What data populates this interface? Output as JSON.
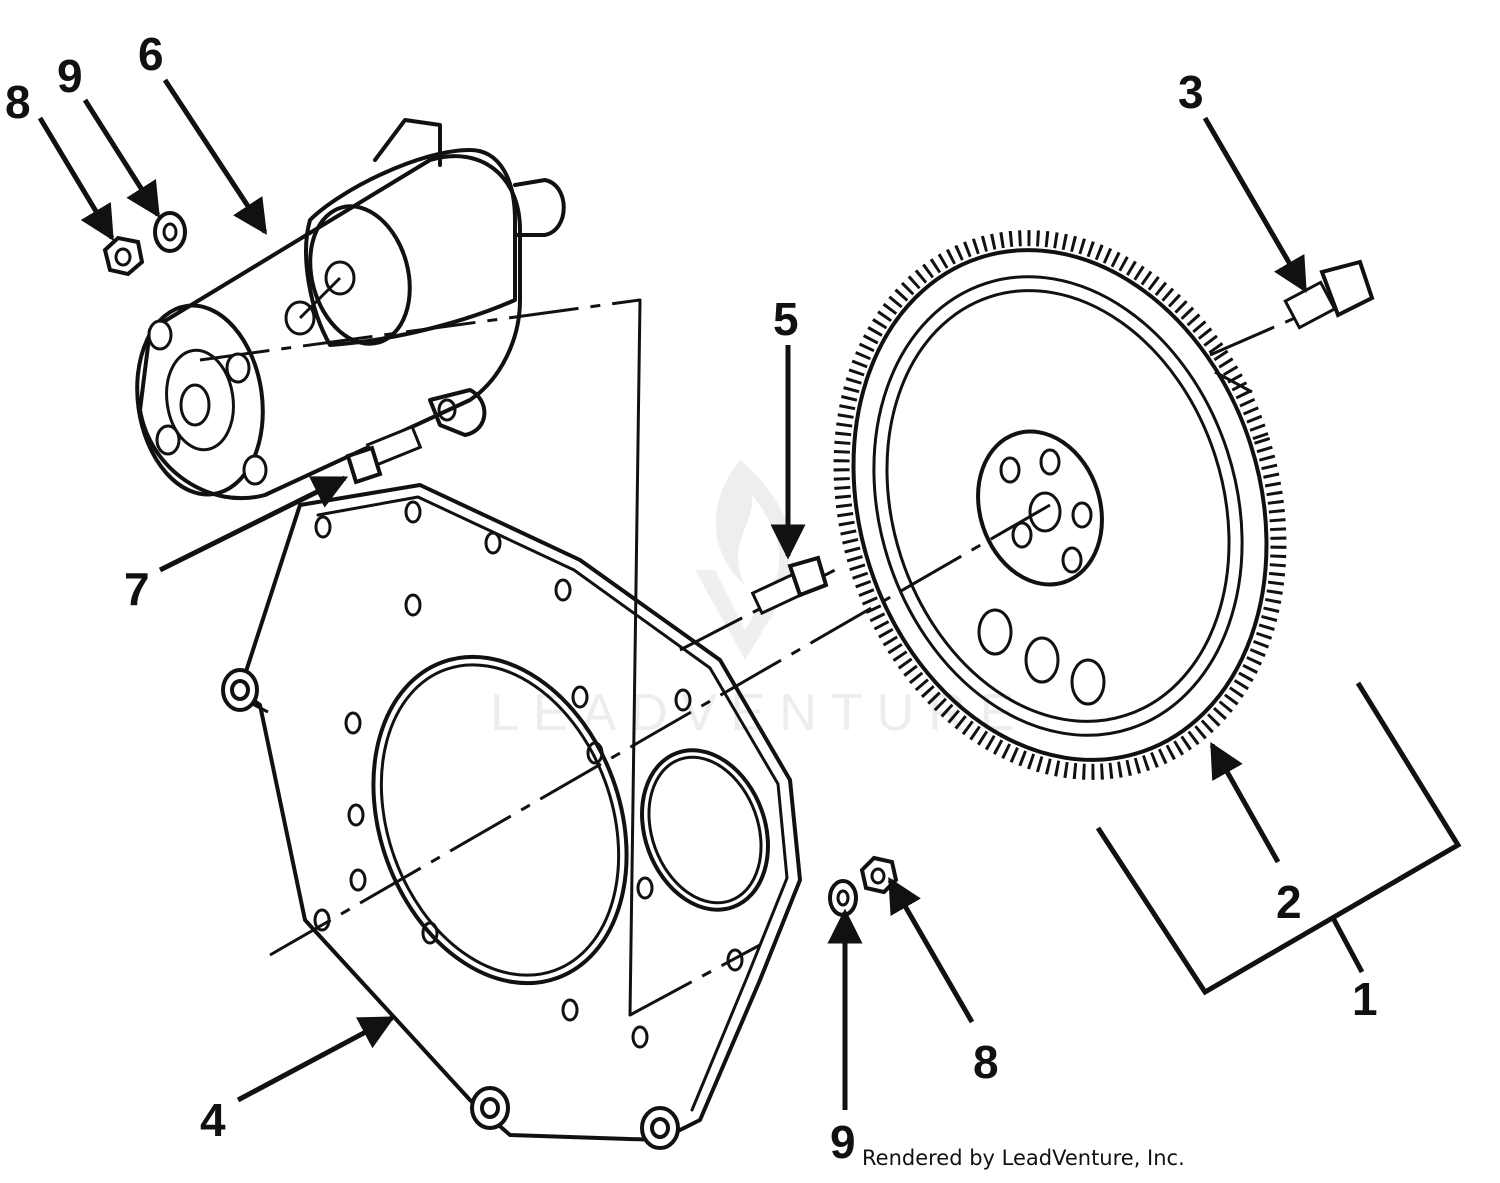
{
  "callouts": {
    "c8_top": "8",
    "c9_top": "9",
    "c6": "6",
    "c3": "3",
    "c5": "5",
    "c7": "7",
    "c2": "2",
    "c1": "1",
    "c8_bottom": "8",
    "c9_bottom": "9",
    "c4": "4"
  },
  "watermark": {
    "text": "LEADVENTURE"
  },
  "credit": "Rendered by LeadVenture, Inc.",
  "colors": {
    "ink": "#111111",
    "watermark": "#ededed",
    "background": "#ffffff"
  }
}
